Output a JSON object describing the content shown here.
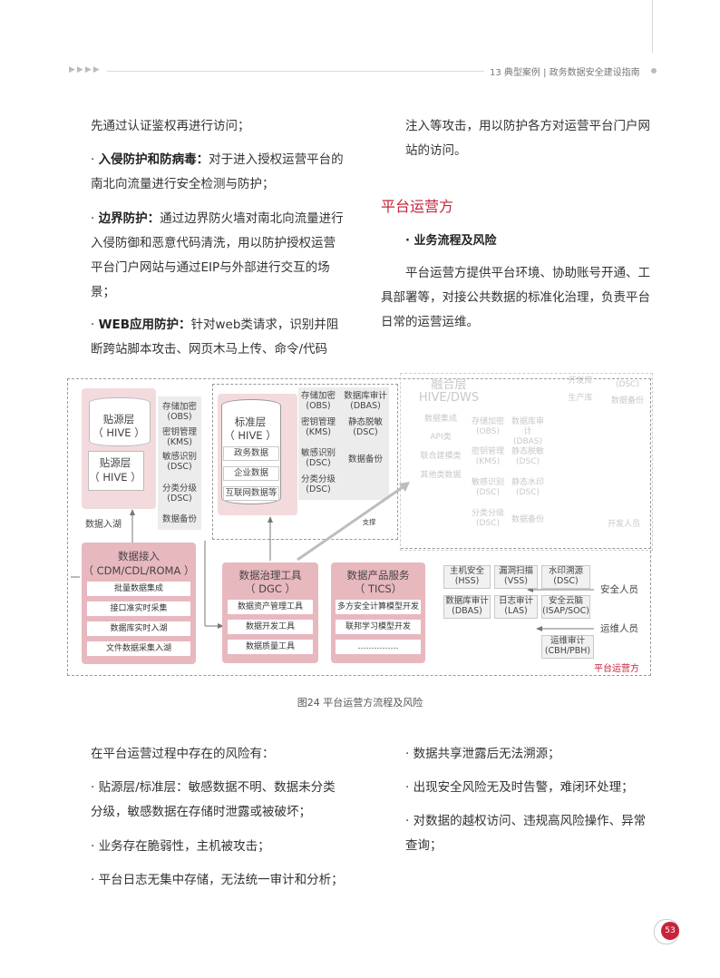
{
  "header": {
    "arrows": "▶▶▶▶",
    "title": "13 典型案例 | 政务数据安全建设指南"
  },
  "left_col": {
    "p1": "先通过认证鉴权再进行访问；",
    "p2_bold": "入侵防护和防病毒：",
    "p2_rest": "对于进入授权运营平台的南北向流量进行安全检测与防护；",
    "p3_bold": "边界防护：",
    "p3_rest": "通过边界防火墙对南北向流量进行入侵防御和恶意代码清洗，用以防护授权运营平台门户网站与通过EIP与外部进行交互的场景；",
    "p4_bold": "WEB应用防护：",
    "p4_rest": "针对web类请求，识别并阻断跨站脚本攻击、网页木马上传、命令/代码"
  },
  "right_col": {
    "p1": "注入等攻击，用以防护各方对运营平台门户网站的访问。",
    "section": "平台运营方",
    "sub": "业务流程及风险",
    "p2": "平台运营方提供平台环境、协助账号开通、工具部署等，对接公共数据的标准化治理，负责平台日常的运营运维。"
  },
  "diagram": {
    "src_layer": "贴源层",
    "src_hive": "（ HIVE ）",
    "src_layer2": "贴源层",
    "src_hive2": "（ HIVE ）",
    "left_cells": [
      "存储加密\n(OBS)",
      "密钥管理\n(KMS)",
      "敏感识别\n(DSC)",
      "分类分级\n(DSC)",
      "数据备份"
    ],
    "data_in_lake": "数据入湖",
    "std_layer": "标准层",
    "std_hive": "（ HIVE ）",
    "std_items": [
      "政务数据",
      "企业数据",
      "互联网数据等"
    ],
    "mid_cells": [
      "存储加密\n(OBS)",
      "数据库审计\n(DBAS)",
      "密钥管理\n(KMS)",
      "静态脱敏\n(DSC)",
      "敏感识别\n(DSC)",
      "数据备份",
      "分类分级\n(DSC)"
    ],
    "faded_title": "融合层",
    "faded_hive": "HIVE/DWS",
    "faded_items": [
      "开发库",
      "生产库",
      "(DSC)",
      "数据备份",
      "数据集成",
      "API类",
      "联合建模类",
      "其他类数据",
      "存储加密\n(OBS)",
      "数据库审计\n(DBAS)",
      "密钥管理\n(KMS)",
      "静态脱敏\n(DSC)",
      "敏感识别\n(DSC)",
      "静态水印\n(DSC)",
      "分类分级\n(DSC)",
      "数据备份",
      "开发人员"
    ],
    "support": "支撑",
    "ingest_title": "数据接入",
    "ingest_sub": "（ CDM/CDL/ROMA ）",
    "ingest_items": [
      "批量数据集成",
      "接口准实时采集",
      "数据库实时入湖",
      "文件数据采集入湖"
    ],
    "gov_title": "数据治理工具",
    "gov_sub": "（ DGC ）",
    "gov_items": [
      "数据资产管理工具",
      "数据开发工具",
      "数据质量工具"
    ],
    "prod_title": "数据产品服务",
    "prod_sub": "（ TICS）",
    "prod_items": [
      "多方安全计算模型开发",
      "联邦学习模型开发",
      "……………"
    ],
    "sec_cells": [
      "主机安全\n(HSS)",
      "漏洞扫描\n(VSS)",
      "水印溯源\n(DSC)",
      "数据库审计\n(DBAS)",
      "日志审计\n(LAS)",
      "安全云脑\n(ISAP/SOC)",
      "运维审计\n(CBH/PBH)"
    ],
    "security_staff": "安全人员",
    "ops_staff": "运维人员",
    "platform_label": "平台运营方"
  },
  "caption": "图24 平台运营方流程及风险",
  "bottom_left": {
    "p1": "在平台运营过程中存在的风险有：",
    "p2": "贴源层/标准层：敏感数据不明、数据未分类分级，敏感数据在存储时泄露或被破坏；",
    "p3": "业务存在脆弱性，主机被攻击；",
    "p4": "平台日志无集中存储，无法统一审计和分析；"
  },
  "bottom_right": {
    "p1": "数据共享泄露后无法溯源；",
    "p2": "出现安全风险无及时告警，难闭环处理；",
    "p3": "对数据的越权访问、违规高风险操作、异常查询；"
  },
  "page_number": "53",
  "colors": {
    "accent": "#c7243a",
    "pink": "#f3dadd",
    "pink_strong": "#e8b8bf"
  }
}
